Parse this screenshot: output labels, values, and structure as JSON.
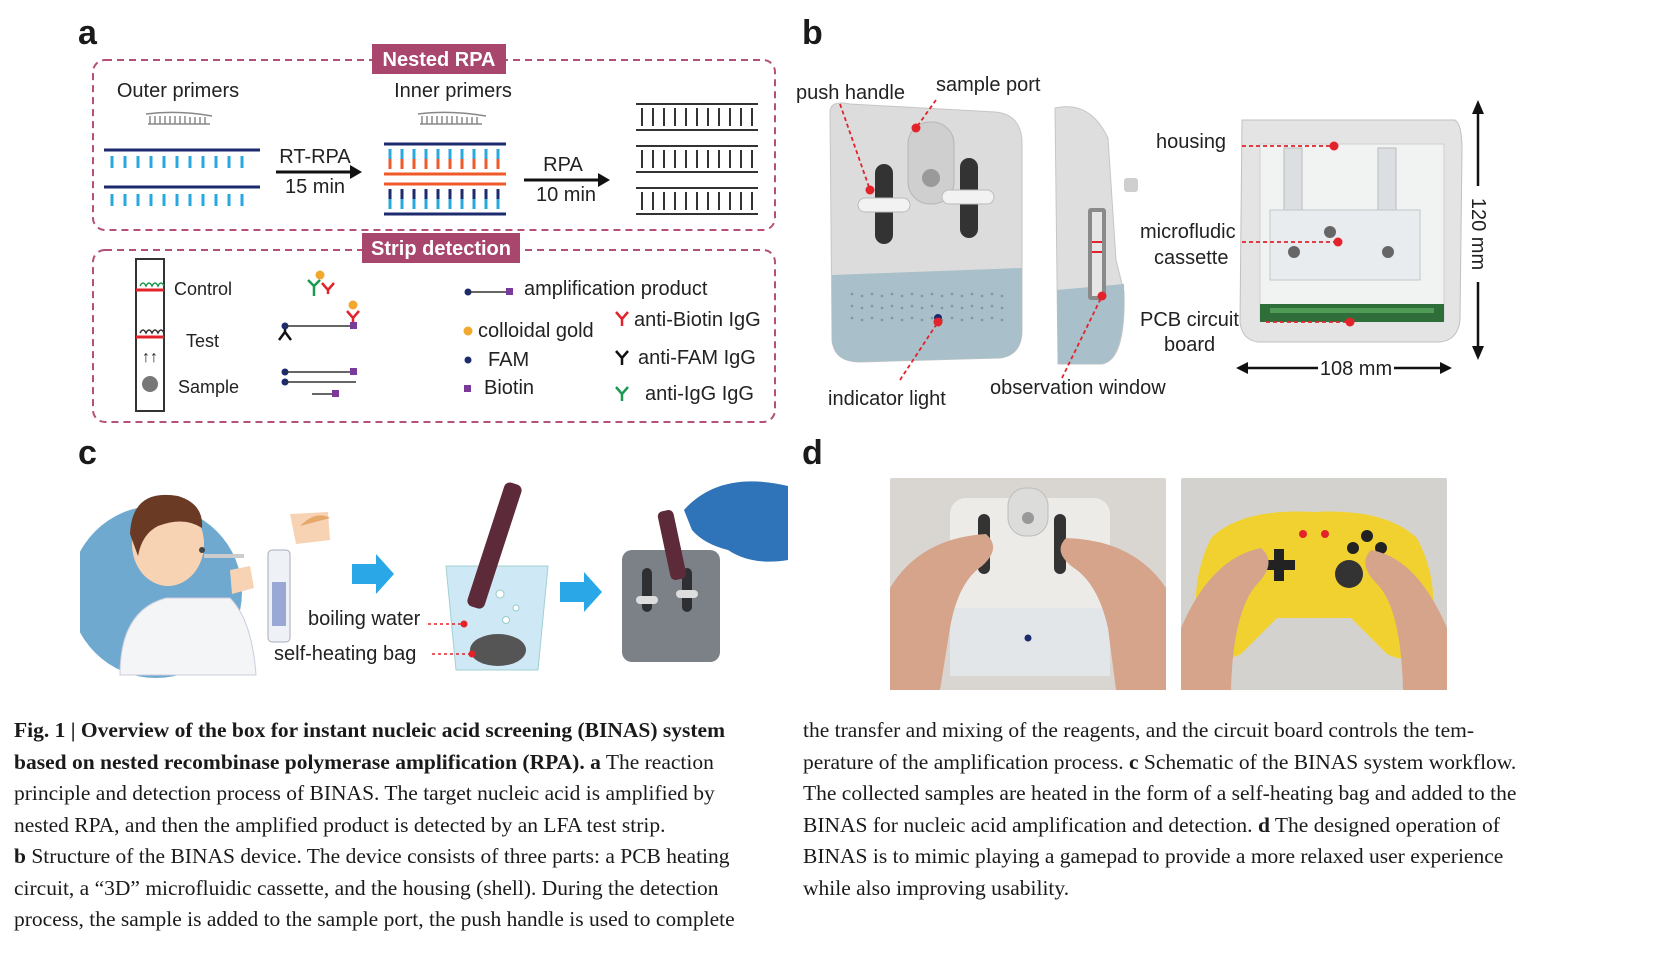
{
  "panels": {
    "a": {
      "letter": "a",
      "nested_title": "Nested RPA",
      "outer_primers": "Outer primers",
      "inner_primers": "Inner primers",
      "step1_top": "RT-RPA",
      "step1_bottom": "15 min",
      "step2_top": "RPA",
      "step2_bottom": "10 min",
      "strip_title": "Strip detection",
      "strip_labels": {
        "control": "Control",
        "test": "Test",
        "sample": "Sample"
      },
      "legend": {
        "amplification_product": "amplification product",
        "colloidal_gold": "colloidal gold",
        "fam": "FAM",
        "biotin": "Biotin",
        "anti_biotin": "anti-Biotin IgG",
        "anti_fam": "anti-FAM IgG",
        "anti_igg": "anti-IgG IgG"
      },
      "colors": {
        "frame": "#b5507a",
        "title_bg": "#a8466e",
        "navy": "#1c2a6e",
        "cyan": "#29a8e0",
        "orange": "#f05a28",
        "gold": "#f2a72d",
        "red": "#e3232b",
        "green": "#1a9a50",
        "purple": "#7a3a9a"
      }
    },
    "b": {
      "letter": "b",
      "labels": {
        "push_handle": "push handle",
        "sample_port": "sample port",
        "indicator_light": "indicator light",
        "observation_window": "observation window",
        "housing": "housing",
        "microfluidic": "microfludic",
        "cassette": "cassette",
        "pcb1": "PCB circuit",
        "pcb2": "board",
        "width": "108 mm",
        "height": "120 mm"
      }
    },
    "c": {
      "letter": "c",
      "labels": {
        "boiling_water": "boiling water",
        "self_heating_bag": "self-heating bag"
      },
      "colors": {
        "arrow": "#2aa7e6"
      }
    },
    "d": {
      "letter": "d"
    }
  },
  "caption": {
    "fig_label": "Fig. 1 | ",
    "title_part1": "Overview of the box for instant nucleic acid screening (BINAS) system",
    "title_part2": "based on nested recombinase polymerase amplification (RPA).",
    "a_letter": "a",
    "a_text1": " The reaction",
    "l3": "principle and detection process of BINAS. The target nucleic acid is amplified by",
    "l4": "nested RPA, and then the amplified product is detected by an LFA test strip.",
    "b_letter": "b",
    "b_text": " Structure of the BINAS device. The device consists of three parts: a PCB heating",
    "l6": "circuit, a “3D” microfluidic cassette, and the housing (shell). During the detection",
    "l7": "process, the sample is added to the sample port, the push handle is used to complete",
    "r1": "the transfer and mixing of the reagents, and the circuit board controls the tem-",
    "r2a": "perature of the amplification process. ",
    "c_letter": "c",
    "r2b": " Schematic of the BINAS system workflow.",
    "r3": "The collected samples are heated in the form of a self-heating bag and added to the",
    "r4a": "BINAS for nucleic acid amplification and detection. ",
    "d_letter": "d",
    "r4b": " The designed operation of",
    "r5": "BINAS is to mimic playing a gamepad to provide a more relaxed user experience",
    "r6": "while also improving usability."
  }
}
